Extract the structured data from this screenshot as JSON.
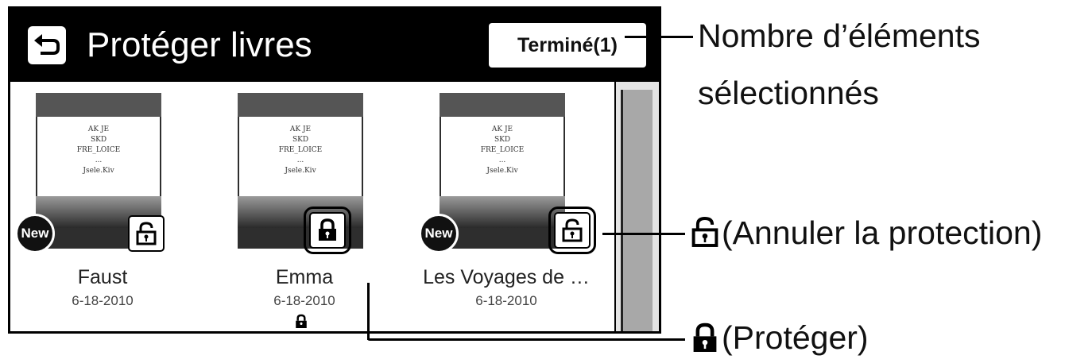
{
  "header": {
    "title": "Protéger livres",
    "done_button": "Terminé(1)"
  },
  "books": [
    {
      "title": "Faust",
      "date": "6-18-2010",
      "badge": "New",
      "lock_state": "unlocked",
      "cover_lines": [
        "AK JE",
        "SKD",
        "FRE_LOICE",
        "...",
        "Jsele.Kiv"
      ]
    },
    {
      "title": "Emma",
      "date": "6-18-2010",
      "badge": "",
      "lock_state": "locked",
      "cover_lines": [
        "AK JE",
        "SKD",
        "FRE_LOICE",
        "...",
        "Jsele.Kiv"
      ]
    },
    {
      "title": "Les Voyages de …",
      "date": "6-18-2010",
      "badge": "New",
      "lock_state": "unlocked",
      "cover_lines": [
        "AK JE",
        "SKD",
        "FRE_LOICE",
        "...",
        "Jsele.Kiv"
      ]
    }
  ],
  "callouts": {
    "count_line1": "Nombre d’éléments",
    "count_line2": "sélectionnés",
    "unlock_label": "(Annuler la protection)",
    "lock_label": "(Protéger)"
  },
  "icons": {
    "back": "back-arrow-icon",
    "lock": "padlock-closed-icon",
    "unlock": "padlock-open-icon"
  },
  "colors": {
    "titlebar": "#000000",
    "scroll_thumb": "#a8a8a8"
  }
}
